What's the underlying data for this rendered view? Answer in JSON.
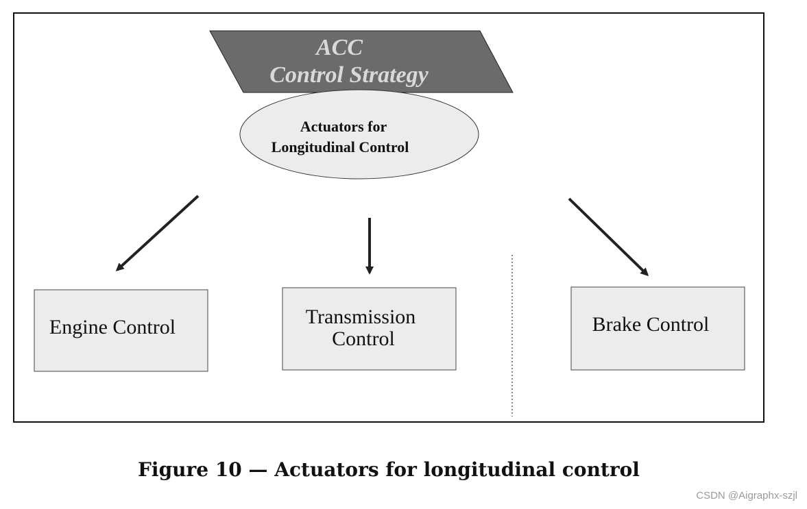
{
  "diagram": {
    "header": {
      "line1": "ACC",
      "line2": "Control Strategy"
    },
    "center_node": {
      "line1": "Actuators for",
      "line2": "Longitudinal Control"
    },
    "boxes": {
      "engine": {
        "label": "Engine Control"
      },
      "transmission": {
        "line1": "Transmission",
        "line2": "Control"
      },
      "brake": {
        "label": "Brake Control"
      }
    }
  },
  "caption": "Figure 10 — Actuators for longitudinal control",
  "watermark": "CSDN @Aigraphx-szjl",
  "colors": {
    "parallelogram_fill": "#6b6b6b",
    "parallelogram_text": "#d9d9d9",
    "ellipse_fill": "#ececec",
    "box_fill": "#ececec",
    "stroke": "#222222",
    "watermark": "#9a9a9a"
  }
}
